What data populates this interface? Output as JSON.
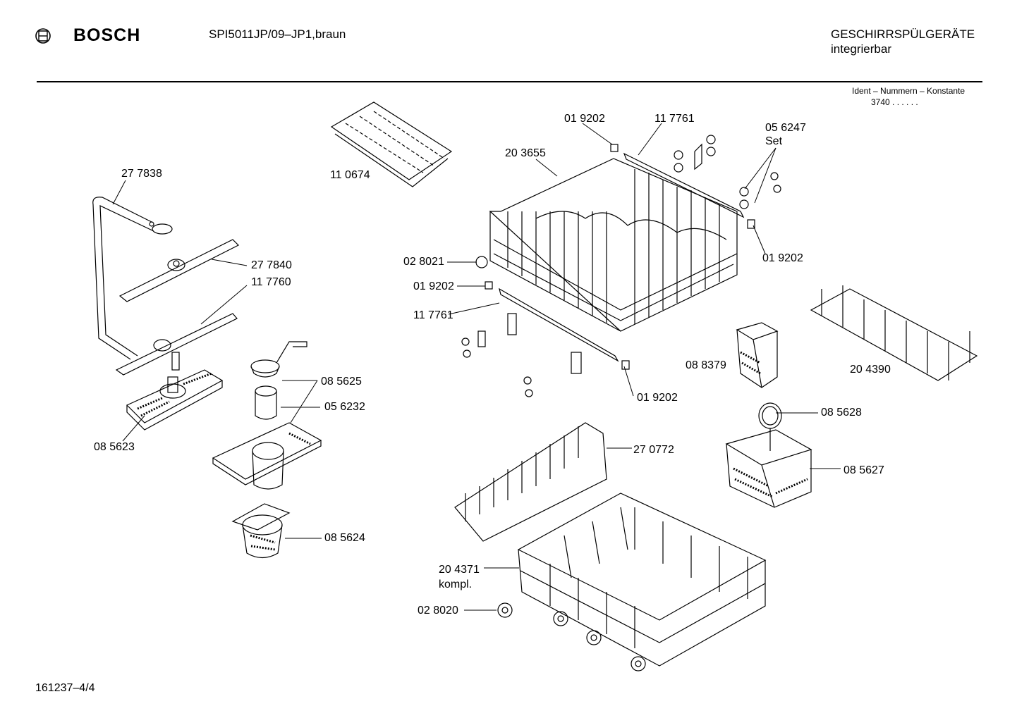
{
  "header": {
    "brand": "BOSCH",
    "model": "SPI5011JP/09–JP1,braun",
    "category_line1": "GESCHIRRSPÜLGERÄTE",
    "category_line2": "integrierbar",
    "ident_label": "Ident – Nummern – Konstante",
    "ident_value": "3740 . .   . . . ."
  },
  "footer": {
    "drawing_id": "161237–4/4"
  },
  "parts": [
    {
      "id": "p1",
      "text": "27 7838"
    },
    {
      "id": "p2",
      "text": "11 0674"
    },
    {
      "id": "p3",
      "text": "01 9202"
    },
    {
      "id": "p4",
      "text": "11 7761"
    },
    {
      "id": "p5",
      "text": "20 3655"
    },
    {
      "id": "p6",
      "text": "05 6247"
    },
    {
      "id": "p7",
      "text": "Set"
    },
    {
      "id": "p8",
      "text": "27 7840"
    },
    {
      "id": "p9",
      "text": "11 7760"
    },
    {
      "id": "p10",
      "text": "02 8021"
    },
    {
      "id": "p11",
      "text": "01 9202"
    },
    {
      "id": "p12",
      "text": "01 9202"
    },
    {
      "id": "p13",
      "text": "11 7761"
    },
    {
      "id": "p14",
      "text": "08 8379"
    },
    {
      "id": "p15",
      "text": "20 4390"
    },
    {
      "id": "p16",
      "text": "08 5625"
    },
    {
      "id": "p17",
      "text": "05 6232"
    },
    {
      "id": "p18",
      "text": "01 9202"
    },
    {
      "id": "p19",
      "text": "08 5628"
    },
    {
      "id": "p20",
      "text": "08 5623"
    },
    {
      "id": "p21",
      "text": "27 0772"
    },
    {
      "id": "p22",
      "text": "08 5627"
    },
    {
      "id": "p23",
      "text": "08 5624"
    },
    {
      "id": "p24",
      "text": "20 4371"
    },
    {
      "id": "p25",
      "text": "kompl."
    },
    {
      "id": "p26",
      "text": "02 8020"
    }
  ]
}
